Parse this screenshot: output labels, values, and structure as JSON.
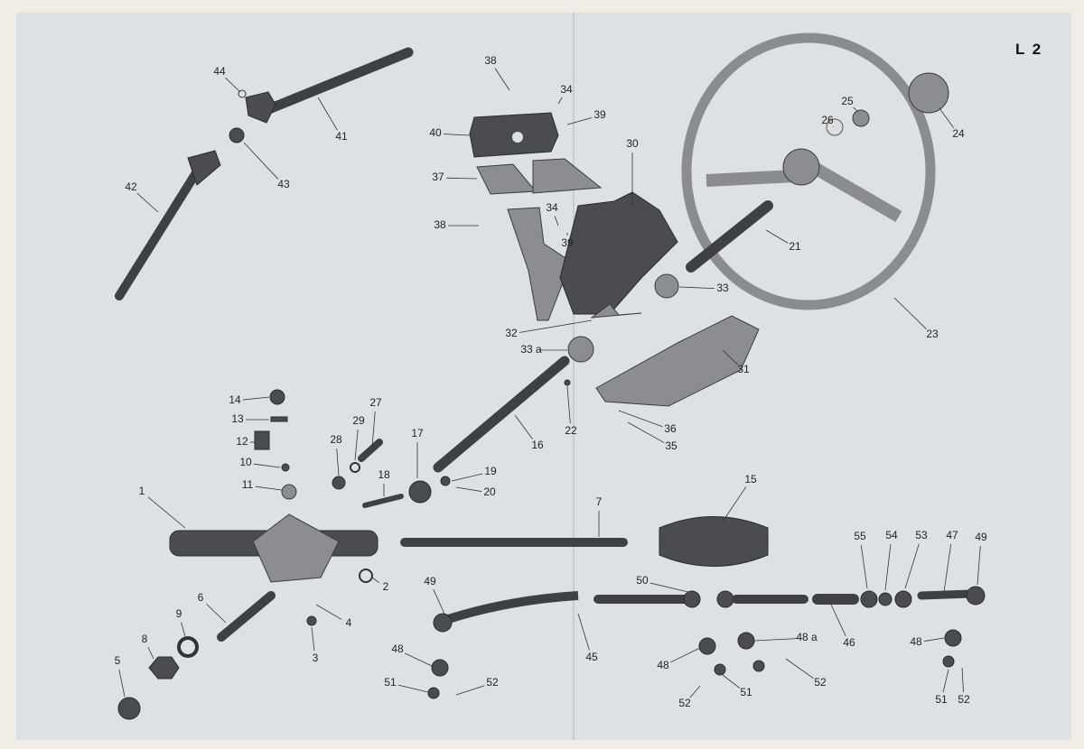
{
  "plate_id": "L 2",
  "callouts": [
    "44",
    "41",
    "43",
    "42",
    "38",
    "34",
    "39",
    "40",
    "37",
    "30",
    "38",
    "34",
    "39",
    "33",
    "32",
    "33 a",
    "31",
    "22",
    "16",
    "36",
    "35",
    "25",
    "24",
    "26",
    "21",
    "23",
    "14",
    "27",
    "13",
    "29",
    "12",
    "28",
    "17",
    "10",
    "18",
    "19",
    "11",
    "20",
    "1",
    "7",
    "15",
    "55",
    "54",
    "53",
    "47",
    "49",
    "2",
    "49",
    "50",
    "4",
    "6",
    "9",
    "8",
    "3",
    "5",
    "45",
    "46",
    "48 a",
    "48",
    "48",
    "48",
    "51",
    "52",
    "51",
    "52",
    "52",
    "51",
    "52"
  ]
}
